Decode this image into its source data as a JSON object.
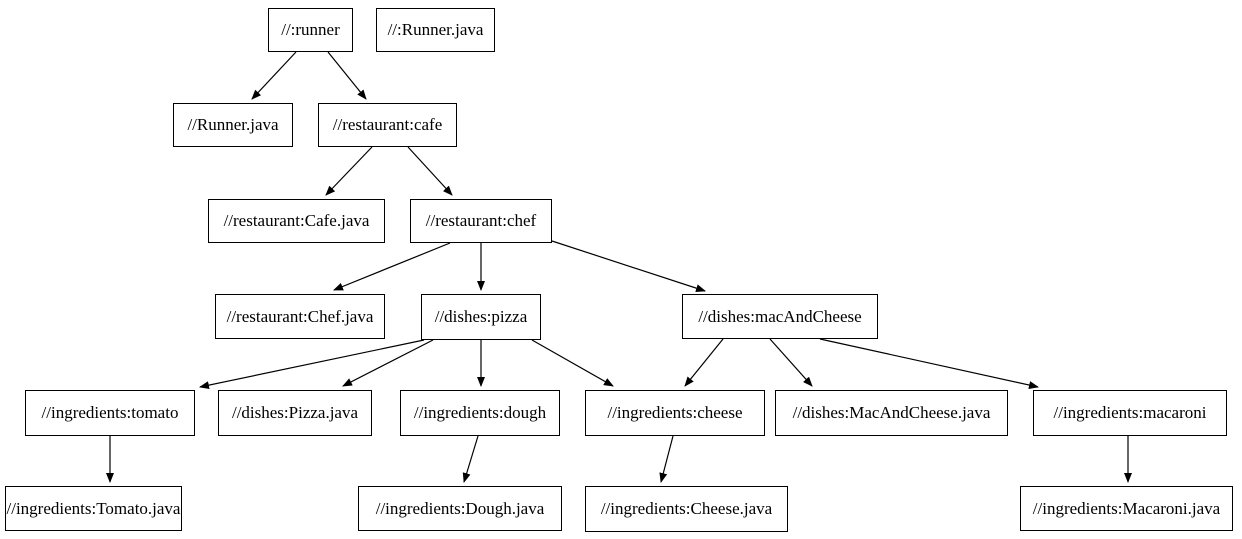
{
  "diagram": {
    "kind": "dependency-graph",
    "background_color": "#ffffff",
    "node_fill_color": "#ffffff",
    "node_border_color": "#000000",
    "edge_color": "#000000",
    "nodes": [
      {
        "id": "runner",
        "label": "//:runner"
      },
      {
        "id": "runner-java-source",
        "label": "//:Runner.java"
      },
      {
        "id": "runner-java",
        "label": "//Runner.java"
      },
      {
        "id": "cafe",
        "label": "//restaurant:cafe"
      },
      {
        "id": "cafe-java",
        "label": "//restaurant:Cafe.java"
      },
      {
        "id": "chef",
        "label": "//restaurant:chef"
      },
      {
        "id": "chef-java",
        "label": "//restaurant:Chef.java"
      },
      {
        "id": "pizza",
        "label": "//dishes:pizza"
      },
      {
        "id": "mac-and-cheese",
        "label": "//dishes:macAndCheese"
      },
      {
        "id": "tomato",
        "label": "//ingredients:tomato"
      },
      {
        "id": "pizza-java",
        "label": "//dishes:Pizza.java"
      },
      {
        "id": "dough",
        "label": "//ingredients:dough"
      },
      {
        "id": "cheese",
        "label": "//ingredients:cheese"
      },
      {
        "id": "mac-and-cheese-java",
        "label": "//dishes:MacAndCheese.java"
      },
      {
        "id": "macaroni",
        "label": "//ingredients:macaroni"
      },
      {
        "id": "tomato-java",
        "label": "//ingredients:Tomato.java"
      },
      {
        "id": "dough-java",
        "label": "//ingredients:Dough.java"
      },
      {
        "id": "cheese-java",
        "label": "//ingredients:Cheese.java"
      },
      {
        "id": "macaroni-java",
        "label": "//ingredients:Macaroni.java"
      }
    ],
    "edges": [
      {
        "from": "//:runner",
        "to": "//Runner.java"
      },
      {
        "from": "//:runner",
        "to": "//restaurant:cafe"
      },
      {
        "from": "//restaurant:cafe",
        "to": "//restaurant:Cafe.java"
      },
      {
        "from": "//restaurant:cafe",
        "to": "//restaurant:chef"
      },
      {
        "from": "//restaurant:chef",
        "to": "//restaurant:Chef.java"
      },
      {
        "from": "//restaurant:chef",
        "to": "//dishes:pizza"
      },
      {
        "from": "//restaurant:chef",
        "to": "//dishes:macAndCheese"
      },
      {
        "from": "//dishes:pizza",
        "to": "//ingredients:tomato"
      },
      {
        "from": "//dishes:pizza",
        "to": "//dishes:Pizza.java"
      },
      {
        "from": "//dishes:pizza",
        "to": "//ingredients:dough"
      },
      {
        "from": "//dishes:pizza",
        "to": "//ingredients:cheese"
      },
      {
        "from": "//dishes:macAndCheese",
        "to": "//ingredients:cheese"
      },
      {
        "from": "//dishes:macAndCheese",
        "to": "//dishes:MacAndCheese.java"
      },
      {
        "from": "//dishes:macAndCheese",
        "to": "//ingredients:macaroni"
      },
      {
        "from": "//ingredients:tomato",
        "to": "//ingredients:Tomato.java"
      },
      {
        "from": "//ingredients:dough",
        "to": "//ingredients:Dough.java"
      },
      {
        "from": "//ingredients:cheese",
        "to": "//ingredients:Cheese.java"
      },
      {
        "from": "//ingredients:macaroni",
        "to": "//ingredients:Macaroni.java"
      }
    ]
  }
}
